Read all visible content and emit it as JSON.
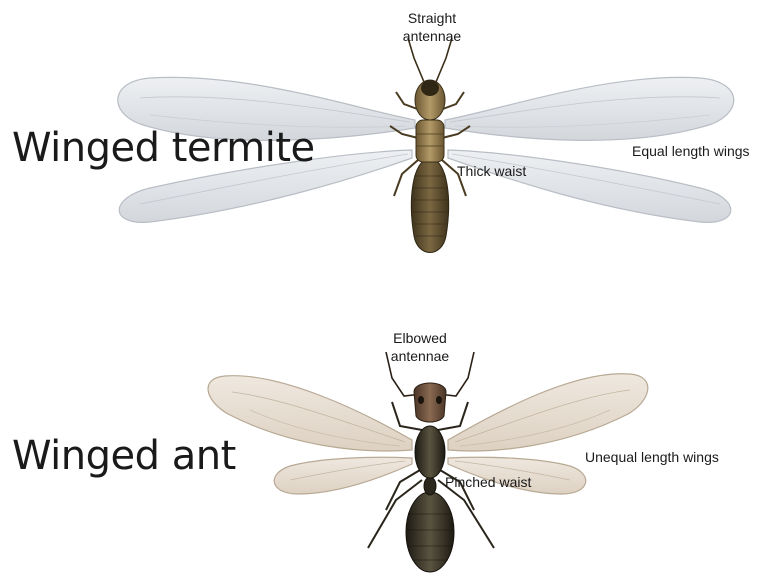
{
  "termite": {
    "title": "Winged termite",
    "antennae_label_line1": "Straight",
    "antennae_label_line2": "antennae",
    "waist_label": "Thick waist",
    "wings_label": "Equal length wings"
  },
  "ant": {
    "title": "Winged ant",
    "antennae_label_line1": "Elbowed",
    "antennae_label_line2": "antennae",
    "waist_label": "Pinched waist",
    "wings_label": "Unequal length wings"
  },
  "colors": {
    "termite_wing": "#dfe2e6",
    "termite_wing_edge": "#b9bec5",
    "termite_body": "#5b4a2c",
    "ant_wing": "#e6ddd2",
    "ant_wing_edge": "#b8a994",
    "ant_body": "#2e2a20"
  }
}
